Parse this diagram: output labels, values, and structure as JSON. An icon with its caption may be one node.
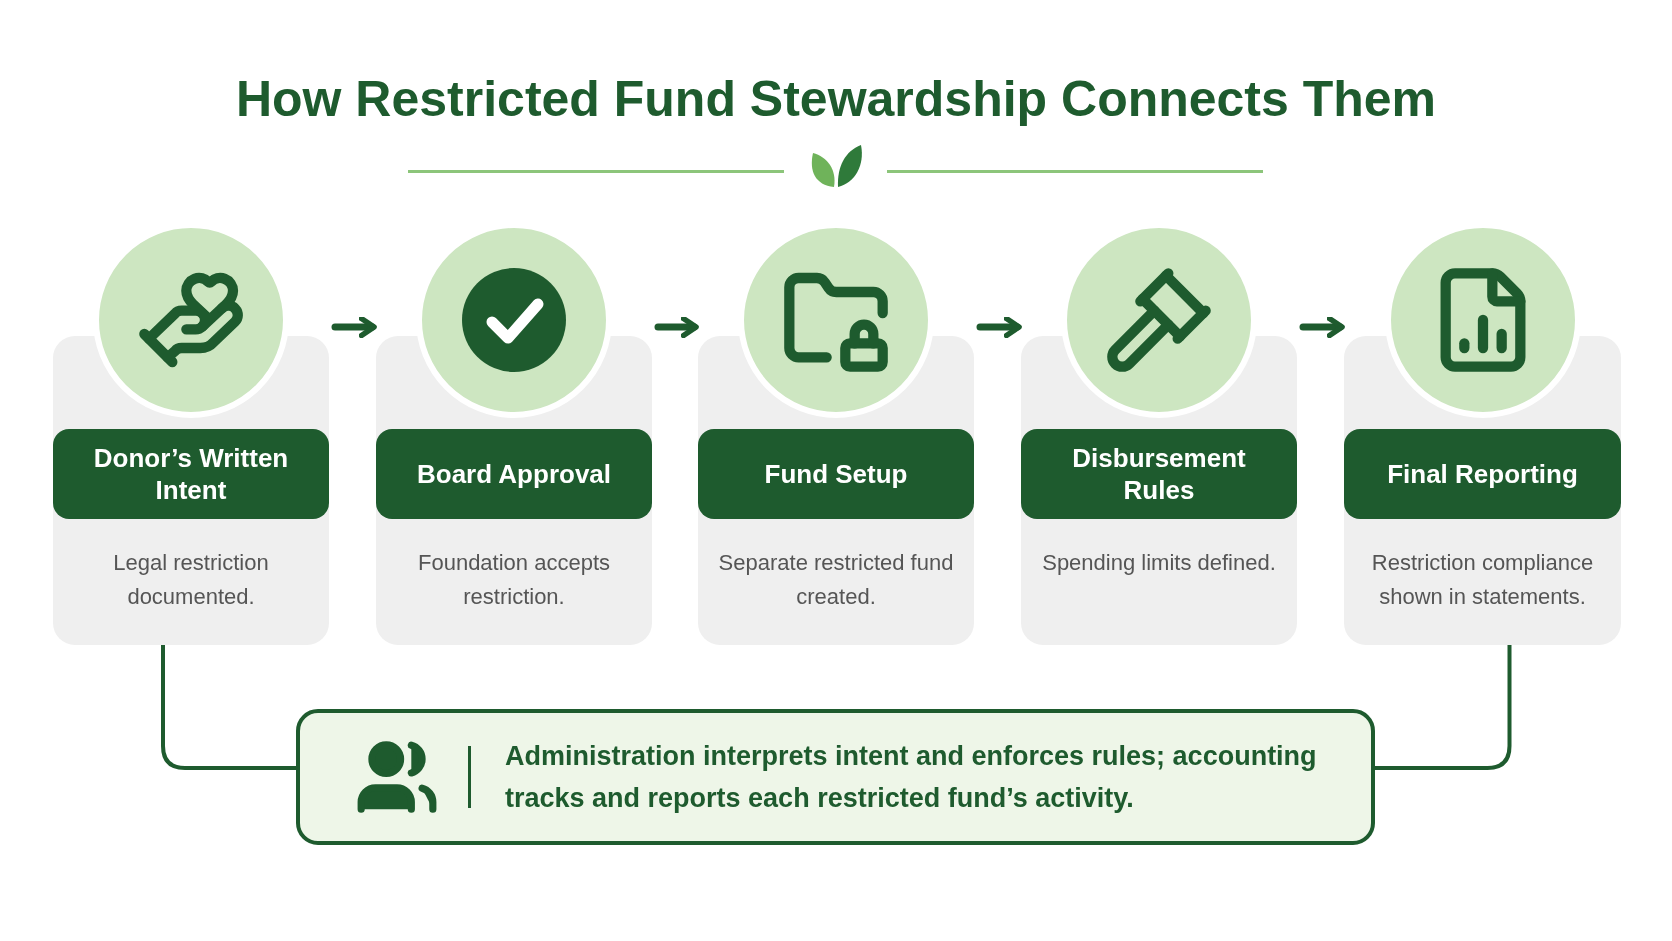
{
  "diagram": {
    "title": "How Restricted Fund Stewardship Connects Them",
    "nodes": [
      {
        "text": [
          "Donor’s Written Intent",
          "Legal restriction documented."
        ]
      },
      {
        "text": [
          "Board Approval",
          "Foundation accepts restriction."
        ]
      },
      {
        "text": [
          "Fund Setup",
          "Separate restricted fund created."
        ]
      },
      {
        "text": [
          "Disbursement Rules",
          "Spending limits defined."
        ]
      },
      {
        "text": [
          "Final Reporting",
          "Restriction compliance shown in statements."
        ]
      },
      {
        "text": [
          "Administration interprets intent and enforces rules; accounting tracks and reports each restricted fund’s activity."
        ]
      }
    ],
    "edges": [
      {
        "from": 0,
        "to": 1,
        "arrow": "to"
      },
      {
        "from": 1,
        "to": 2,
        "arrow": "to"
      },
      {
        "from": 2,
        "to": 3,
        "arrow": "to"
      },
      {
        "from": 3,
        "to": 4,
        "arrow": "to"
      },
      {
        "from": 0,
        "to": 5,
        "arrow": "none"
      },
      {
        "from": 4,
        "to": 5,
        "arrow": "none"
      }
    ]
  }
}
